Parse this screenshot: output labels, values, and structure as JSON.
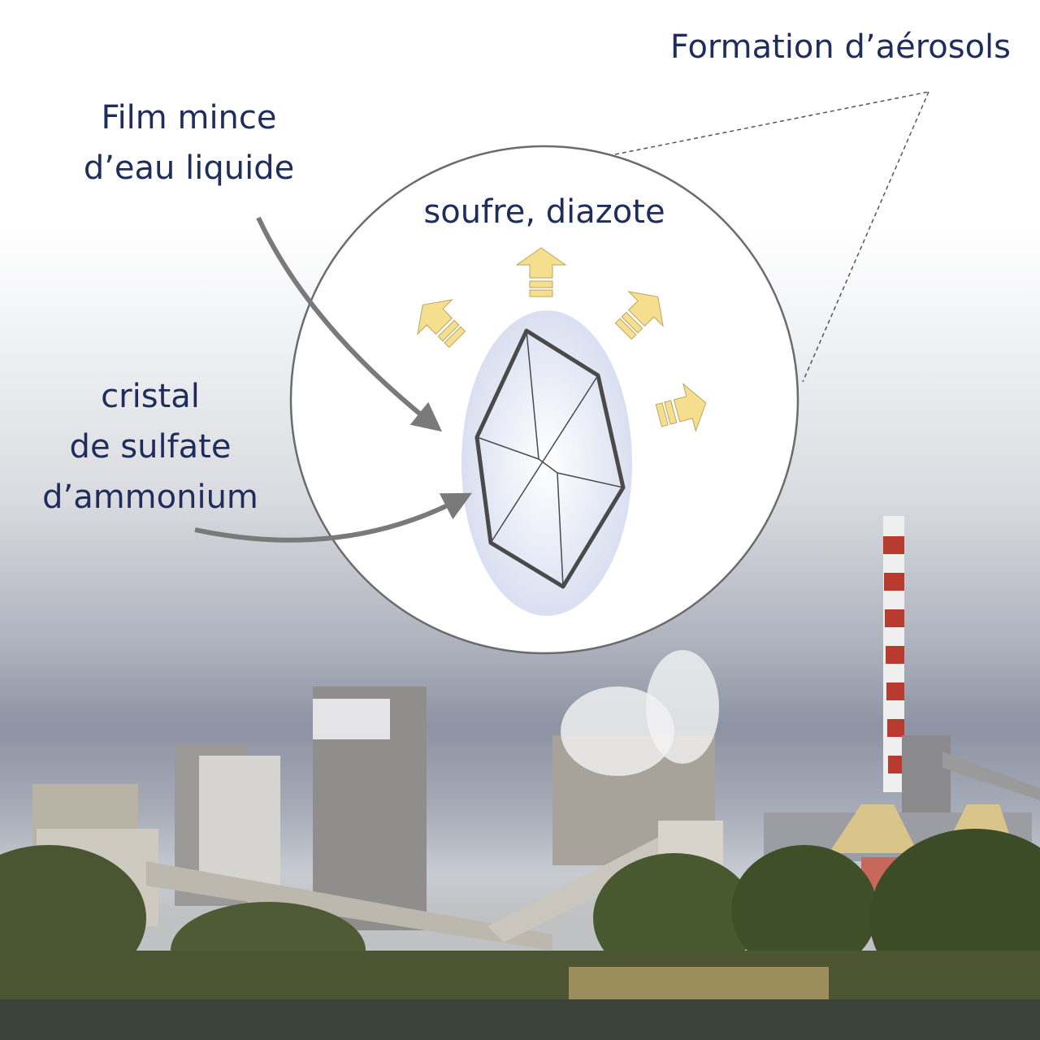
{
  "title": "Formation d’aérosols",
  "labels": {
    "film_line1": "Film mince",
    "film_line2": "d’eau liquide",
    "crystal_line1": "cristal",
    "crystal_line2": "de sulfate",
    "crystal_line3": "d’ammonium",
    "emissions": "soufre, diazote"
  },
  "colors": {
    "text": "#1f2d5c",
    "arrow_yellow": "#f5df8f",
    "arrow_gray": "#7a7a7a"
  }
}
